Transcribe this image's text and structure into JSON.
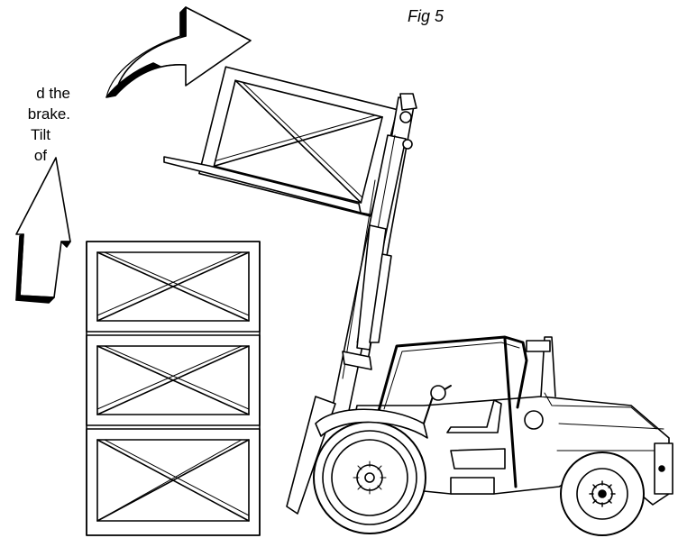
{
  "figure": {
    "label": "Fig 5",
    "partial_text": [
      "d the",
      "brake.",
      "Tilt",
      "of"
    ]
  },
  "colors": {
    "ink": "#000000",
    "paper": "#ffffff"
  }
}
